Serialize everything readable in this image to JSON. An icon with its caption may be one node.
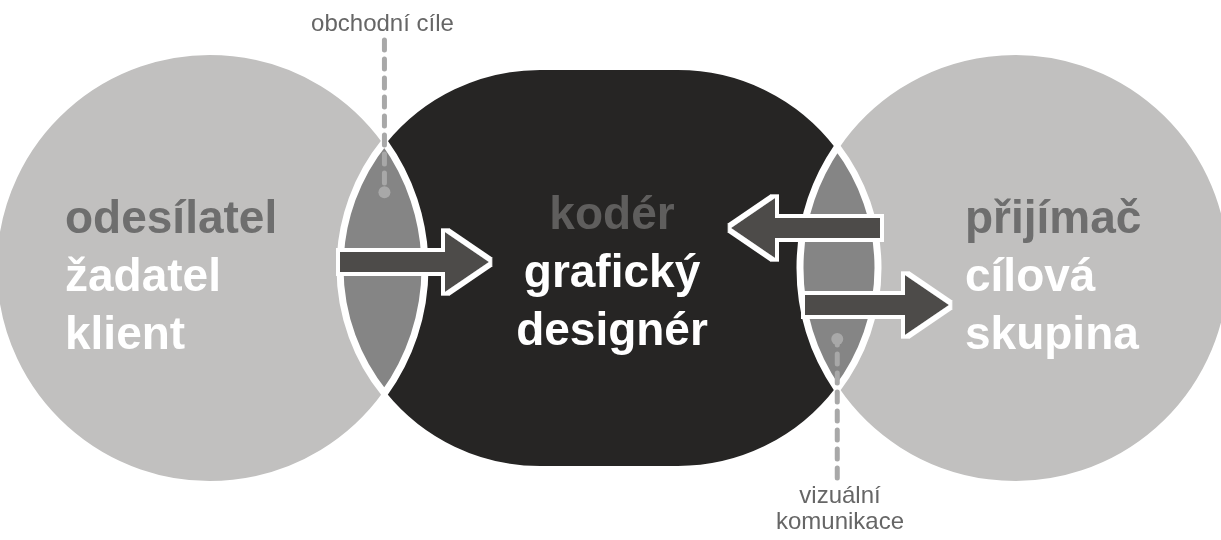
{
  "diagram": {
    "nodes": [
      {
        "text": [
          "odesílatel",
          "žadatel klient"
        ]
      },
      {
        "text": [
          "kodér",
          "grafický designér"
        ]
      },
      {
        "text": [
          "přijímač",
          "cílová skupina"
        ]
      },
      {
        "text": [],
        "shape": "lens"
      },
      {
        "text": [],
        "shape": "lens"
      },
      {
        "text": [
          "obchodní cíle"
        ]
      },
      {
        "text": [
          "vizuální komunikace"
        ]
      }
    ],
    "edges": [
      {
        "from": 3,
        "to": 1,
        "arrow": "to"
      },
      {
        "from": 4,
        "to": 1,
        "arrow": "to"
      },
      {
        "from": 4,
        "to": 2,
        "arrow": "to"
      },
      {
        "from": 5,
        "to": 3,
        "arrow": "other",
        "style": "dashed",
        "color": "#a8a8a8"
      },
      {
        "from": 6,
        "to": 4,
        "arrow": "other",
        "style": "dashed",
        "color": "#a8a8a8"
      }
    ]
  }
}
